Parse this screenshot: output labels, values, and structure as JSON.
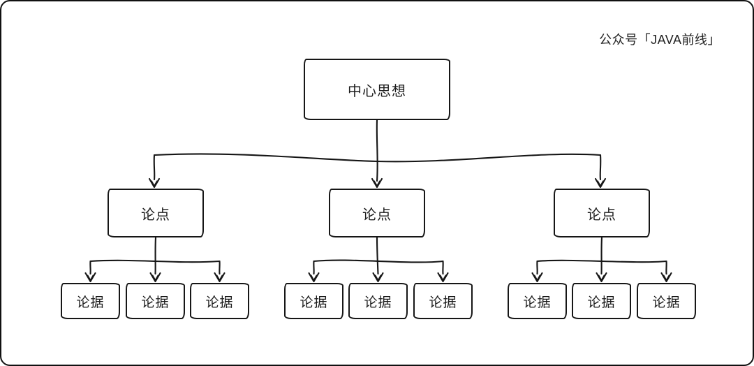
{
  "watermark": "公众号「JAVA前线」",
  "colors": {
    "stroke": "#161616",
    "background": "#ffffff"
  },
  "diagram": {
    "type": "tree",
    "root": {
      "label": "中心思想"
    },
    "branches": [
      {
        "label": "论点",
        "children": [
          {
            "label": "论据"
          },
          {
            "label": "论据"
          },
          {
            "label": "论据"
          }
        ]
      },
      {
        "label": "论点",
        "children": [
          {
            "label": "论据"
          },
          {
            "label": "论据"
          },
          {
            "label": "论据"
          }
        ]
      },
      {
        "label": "论点",
        "children": [
          {
            "label": "论据"
          },
          {
            "label": "论据"
          },
          {
            "label": "论据"
          }
        ]
      }
    ]
  }
}
